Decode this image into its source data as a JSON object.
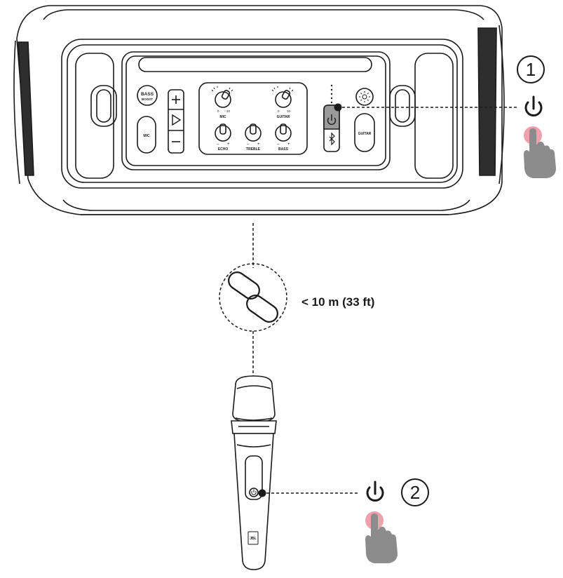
{
  "diagram": {
    "distance": "< 10 m (33 ft)",
    "steps": [
      {
        "number": "1",
        "action": "power-on-speaker"
      },
      {
        "number": "2",
        "action": "power-on-microphone"
      }
    ],
    "speaker_panel": {
      "bass_boost_line1": "BASS",
      "bass_boost_line2": "BOOST",
      "mic_button": "MIC",
      "guitar_button": "GUITAR",
      "knob_labels": {
        "mic": "MIC",
        "guitar": "GUITAR",
        "echo": "ECHO",
        "treble": "TREBLE",
        "bass": "BASS"
      },
      "scale_min": "0",
      "scale_max": "10",
      "minus": "–",
      "plus": "+"
    },
    "microphone": {
      "brand": "JBL"
    },
    "colors": {
      "press_indicator": "#f0a0ad",
      "hand": "#8c8c8c",
      "line": "#1a1a1a"
    },
    "icons": [
      "power-icon",
      "bluetooth-icon",
      "light-icon",
      "play-icon",
      "link-icon",
      "hand-press-icon"
    ]
  }
}
